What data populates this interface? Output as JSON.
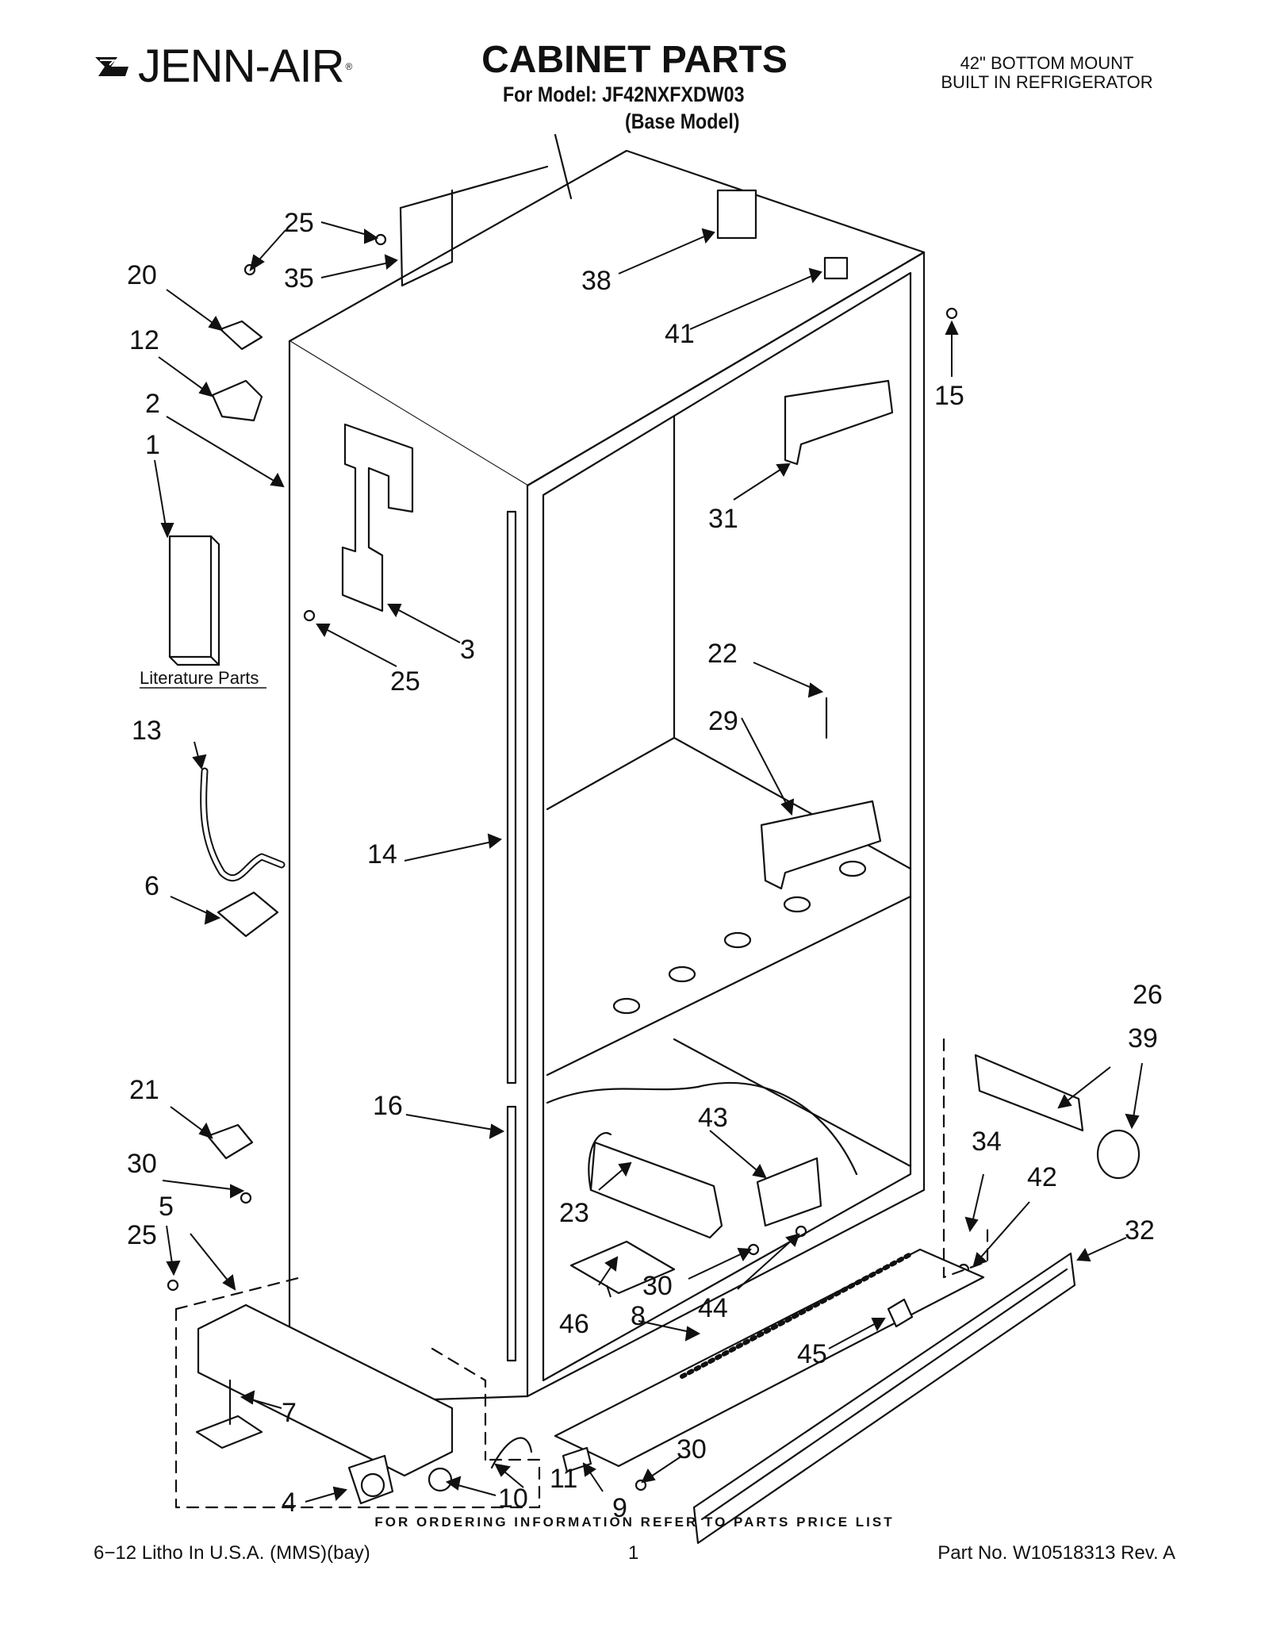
{
  "header": {
    "brand": "JENN-AIR",
    "title": "CABINET PARTS",
    "model_line": "For Model: JF42NXFXDW03",
    "base_model": "(Base Model)",
    "description_line1": "42\" BOTTOM MOUNT",
    "description_line2": "BUILT IN REFRIGERATOR"
  },
  "diagram": {
    "literature_label": "Literature Parts",
    "callouts": {
      "c1": "1",
      "c2": "2",
      "c3": "3",
      "c4": "4",
      "c5": "5",
      "c6": "6",
      "c7": "7",
      "c8": "8",
      "c9": "9",
      "c10": "10",
      "c11": "11",
      "c12": "12",
      "c13": "13",
      "c14": "14",
      "c15": "15",
      "c16": "16",
      "c20": "20",
      "c21": "21",
      "c22": "22",
      "c23": "23",
      "c25a": "25",
      "c25b": "25",
      "c25c": "25",
      "c26": "26",
      "c29": "29",
      "c30a": "30",
      "c30b": "30",
      "c30c": "30",
      "c31": "31",
      "c32": "32",
      "c34": "34",
      "c35": "35",
      "c38": "38",
      "c39": "39",
      "c41": "41",
      "c42": "42",
      "c43": "43",
      "c44": "44",
      "c45": "45",
      "c46": "46"
    }
  },
  "footer": {
    "ordering_note": "FOR ORDERING INFORMATION REFER TO PARTS PRICE LIST",
    "litho": "6−12 Litho In U.S.A. (MMS)(bay)",
    "page_number": "1",
    "part_number": "Part No. W10518313 Rev. A"
  }
}
